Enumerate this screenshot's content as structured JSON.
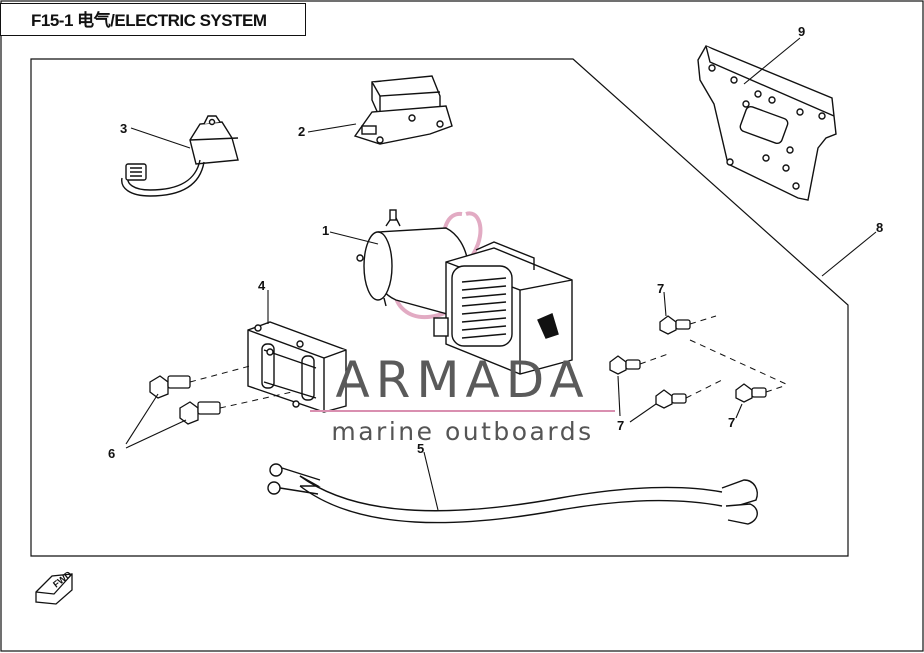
{
  "header": {
    "title": "F15-1 电气/ELECTRIC SYSTEM"
  },
  "callouts": [
    {
      "id": "c1",
      "label": "1"
    },
    {
      "id": "c2",
      "label": "2"
    },
    {
      "id": "c3",
      "label": "3"
    },
    {
      "id": "c4",
      "label": "4"
    },
    {
      "id": "c5",
      "label": "5"
    },
    {
      "id": "c6",
      "label": "6"
    },
    {
      "id": "c7a",
      "label": "7"
    },
    {
      "id": "c7b",
      "label": "7"
    },
    {
      "id": "c7c",
      "label": "7"
    },
    {
      "id": "c8",
      "label": "8"
    },
    {
      "id": "c9",
      "label": "9"
    }
  ],
  "watermark": {
    "name": "ARMADA",
    "subtitle": "marine outboards",
    "accent": "#d98fb0"
  },
  "direction_marker": {
    "label": "FWD",
    "icon": "fwd-arrow-icon"
  }
}
